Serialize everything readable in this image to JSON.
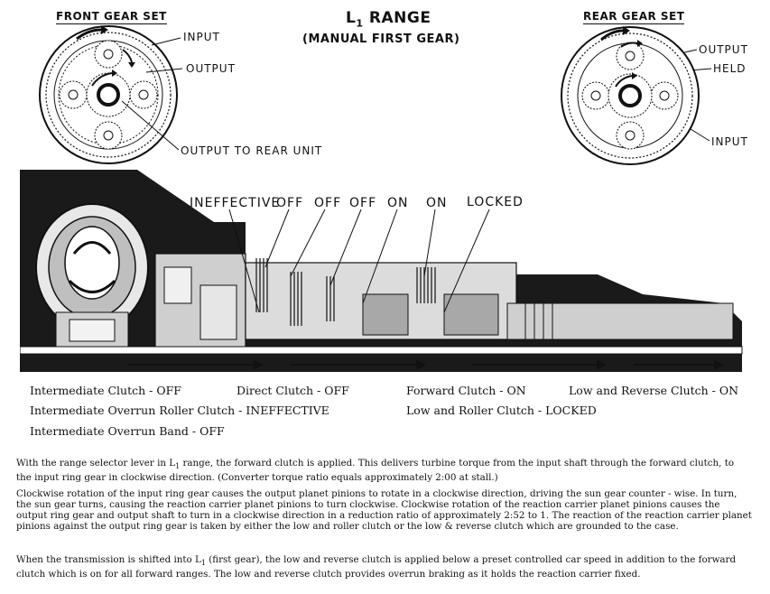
{
  "title": {
    "prefix": "L",
    "sub": "1",
    "suffix": " RANGE"
  },
  "subtitle": "(MANUAL FIRST GEAR)",
  "front_gear_set": {
    "label": "FRONT GEAR SET",
    "callouts": {
      "input": "INPUT",
      "output": "OUTPUT",
      "output_rear": "OUTPUT TO REAR UNIT"
    }
  },
  "rear_gear_set": {
    "label": "REAR GEAR SET",
    "callouts": {
      "output": "OUTPUT",
      "held": "HELD",
      "input": "INPUT"
    }
  },
  "clutch_states": [
    "INEFFECTIVE",
    "OFF",
    "OFF",
    "OFF",
    "ON",
    "ON",
    "LOCKED"
  ],
  "status": {
    "intermediate_clutch": "Intermediate Clutch - OFF",
    "direct_clutch": "Direct Clutch - OFF",
    "forward_clutch": "Forward Clutch - ON",
    "low_reverse_clutch": "Low and Reverse Clutch - ON",
    "intermediate_overrun_roller": "Intermediate Overrun Roller Clutch - INEFFECTIVE",
    "low_roller_clutch": "Low and Roller Clutch - LOCKED",
    "intermediate_overrun_band": "Intermediate Overrun Band - OFF"
  },
  "paragraphs": {
    "p1_a": "With the range selector lever in L",
    "p1_sub": "1",
    "p1_b": " range, the forward clutch is applied. This delivers turbine torque from the input shaft through the forward clutch, to the input ring gear in clockwise direction.  (Converter torque ratio equals approximately 2:00 at stall.)",
    "p2": "Clockwise rotation of the input ring gear causes the output planet pinions to rotate in a clockwise direction, driving the sun gear counter - wise.  In turn, the sun gear turns, causing the reaction carrier planet pinions to turn clockwise.  Clockwise rotation of the reaction carrier planet pinions causes the output ring gear and output shaft to turn in a clockwise direction in a reduction ratio of approximately 2:52 to 1.  The reaction of the reaction carrier planet pinions against the output ring gear is taken by either the low and roller clutch or the low & reverse clutch which are grounded to the case.",
    "p3_a": "When the transmission is shifted into L",
    "p3_sub": "1",
    "p3_b": " (first gear),  the low and reverse clutch is applied below a preset controlled car speed in addition to the forward clutch which is on for all forward ranges.  The low and reverse clutch provides overrun braking as it holds the reaction carrier fixed."
  }
}
